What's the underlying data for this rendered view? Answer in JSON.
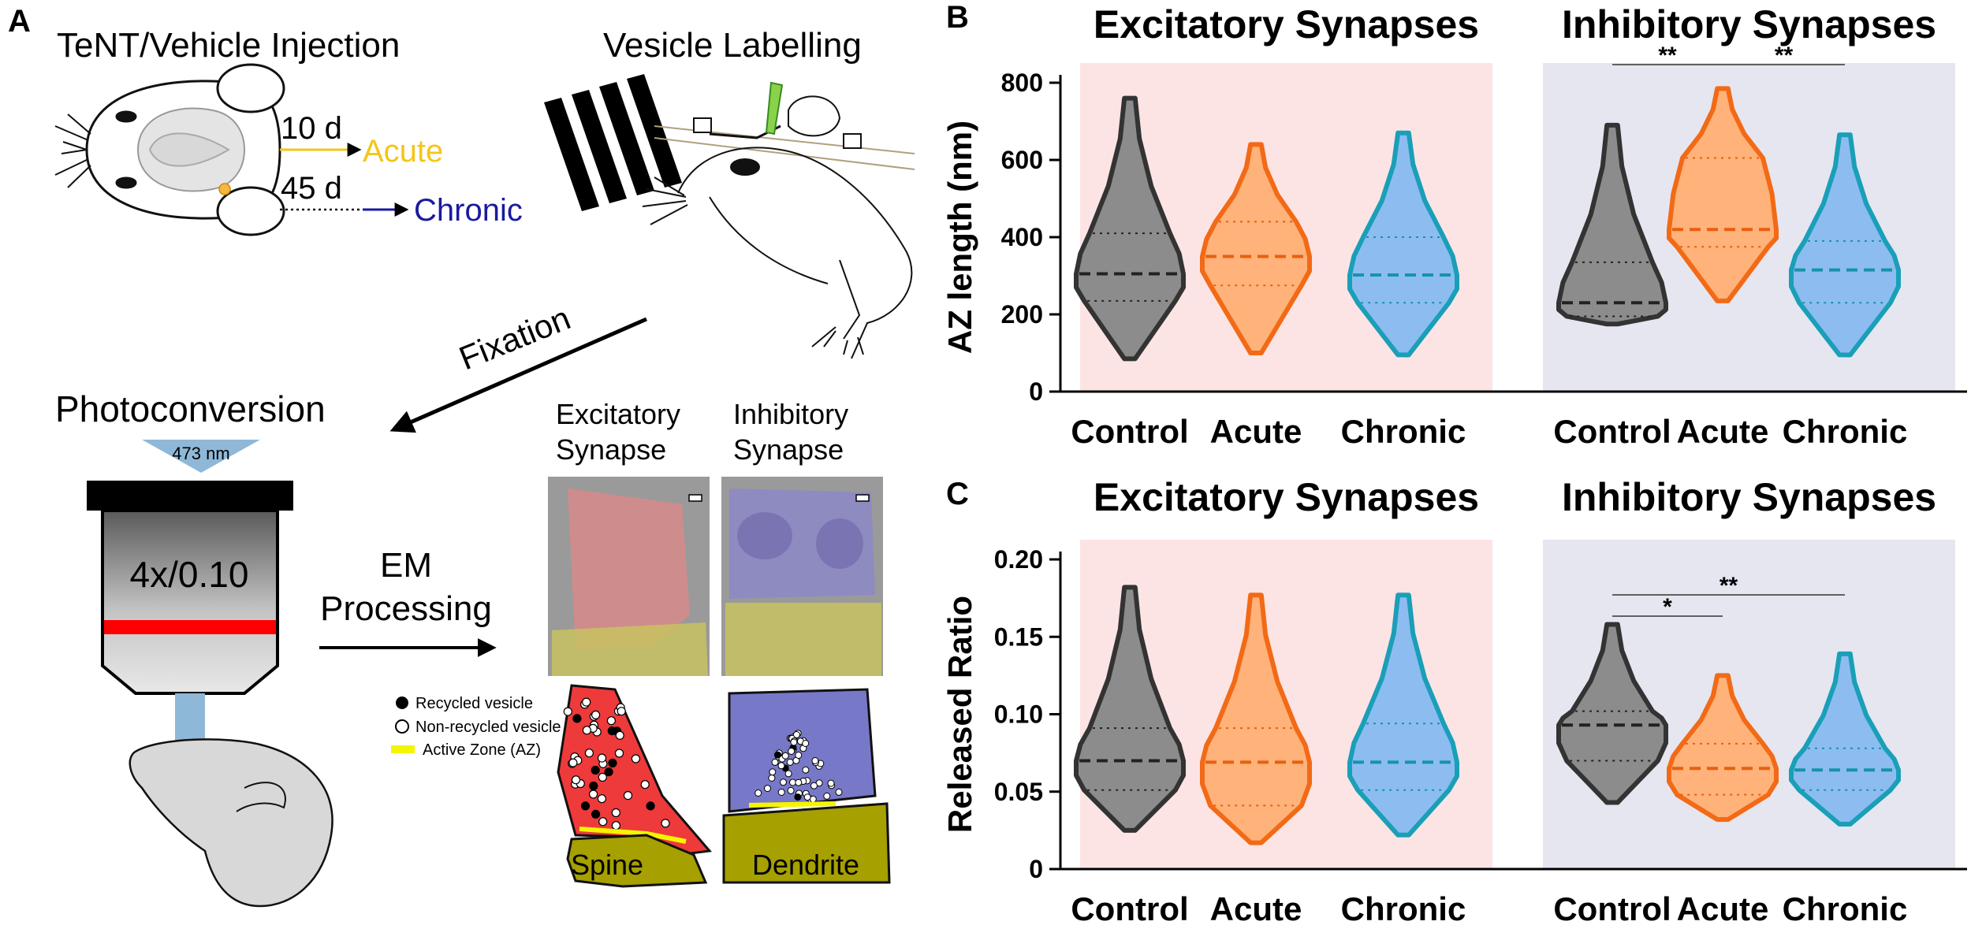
{
  "panel_a": {
    "panel_label": "A",
    "injection_title": "TeNT/Vehicle Injection",
    "labelling_title": "Vesicle Labelling",
    "acute_days": "10 d",
    "acute_label": "Acute",
    "chronic_days": "45 d",
    "chronic_label": "Chronic",
    "fixation_label": "Fixation",
    "photoconversion_title": "Photoconversion",
    "wavelength": "473 nm",
    "objective": "4x/0.10",
    "em_line1": "EM",
    "em_line2": "Processing",
    "exc_line1": "Excitatory",
    "exc_line2": "Synapse",
    "inh_line1": "Inhibitory",
    "inh_line2": "Synapse",
    "legend_recycled": "Recycled vesicle",
    "legend_nonrecycled": "Non-recycled vesicle",
    "legend_az": "Active Zone (AZ)",
    "spine_label": "Spine",
    "dendrite_label": "Dendrite",
    "colors": {
      "acute": "#f5c518",
      "chronic": "#1a1aa0",
      "laser": "#ff0000",
      "light": "#8fb8d8"
    }
  },
  "chart_data": [
    {
      "type": "violin",
      "panel_label": "B",
      "groups": [
        {
          "title": "Excitatory Synapses",
          "background": "#fde4e4"
        },
        {
          "title": "Inhibitory Synapses",
          "background": "#e6e6f0"
        }
      ],
      "categories": [
        "Control",
        "Acute",
        "Chronic"
      ],
      "ylabel": "AZ length (nm)",
      "ylim": [
        0,
        800
      ],
      "yticks": [
        0,
        200,
        400,
        600,
        800
      ],
      "series": [
        {
          "group": 0,
          "category": "Control",
          "min": 85,
          "max": 760,
          "q1": 235,
          "median": 305,
          "q3": 410
        },
        {
          "group": 0,
          "category": "Acute",
          "min": 100,
          "max": 640,
          "q1": 275,
          "median": 350,
          "q3": 440
        },
        {
          "group": 0,
          "category": "Chronic",
          "min": 95,
          "max": 670,
          "q1": 230,
          "median": 302,
          "q3": 400
        },
        {
          "group": 1,
          "category": "Control",
          "min": 175,
          "max": 690,
          "q1": 195,
          "median": 230,
          "q3": 335
        },
        {
          "group": 1,
          "category": "Acute",
          "min": 235,
          "max": 785,
          "q1": 375,
          "median": 420,
          "q3": 605
        },
        {
          "group": 1,
          "category": "Chronic",
          "min": 95,
          "max": 665,
          "q1": 230,
          "median": 315,
          "q3": 390
        }
      ],
      "significance": [
        {
          "group": 1,
          "from": "Control",
          "to": "Acute",
          "label": "**"
        },
        {
          "group": 1,
          "from": "Acute",
          "to": "Chronic",
          "label": "**"
        }
      ]
    },
    {
      "type": "violin",
      "panel_label": "C",
      "groups": [
        {
          "title": "Excitatory Synapses",
          "background": "#fde4e4"
        },
        {
          "title": "Inhibitory Synapses",
          "background": "#e6e6f0"
        }
      ],
      "categories": [
        "Control",
        "Acute",
        "Chronic"
      ],
      "ylabel": "Released Ratio",
      "ylim": [
        0,
        0.2
      ],
      "yticks": [
        "0",
        "0.05",
        "0.10",
        "0.15",
        "0.20"
      ],
      "series": [
        {
          "group": 0,
          "category": "Control",
          "min": 0.025,
          "max": 0.182,
          "q1": 0.051,
          "median": 0.07,
          "q3": 0.091
        },
        {
          "group": 0,
          "category": "Acute",
          "min": 0.017,
          "max": 0.177,
          "q1": 0.041,
          "median": 0.069,
          "q3": 0.091
        },
        {
          "group": 0,
          "category": "Chronic",
          "min": 0.022,
          "max": 0.177,
          "q1": 0.051,
          "median": 0.069,
          "q3": 0.094
        },
        {
          "group": 1,
          "category": "Control",
          "min": 0.043,
          "max": 0.158,
          "q1": 0.07,
          "median": 0.093,
          "q3": 0.102
        },
        {
          "group": 1,
          "category": "Acute",
          "min": 0.032,
          "max": 0.125,
          "q1": 0.048,
          "median": 0.065,
          "q3": 0.081
        },
        {
          "group": 1,
          "category": "Chronic",
          "min": 0.029,
          "max": 0.139,
          "q1": 0.051,
          "median": 0.064,
          "q3": 0.078
        }
      ],
      "significance": [
        {
          "group": 1,
          "from": "Control",
          "to": "Acute",
          "label": "*"
        },
        {
          "group": 1,
          "from": "Control",
          "to": "Chronic",
          "label": "**"
        }
      ]
    }
  ],
  "violin_colors": {
    "Control": {
      "fill": "#8c8c8c",
      "stroke": "#333333",
      "line": "#222222"
    },
    "Acute": {
      "fill": "#ffb27a",
      "stroke": "#f26a16",
      "line": "#e8600e"
    },
    "Chronic": {
      "fill": "#8dbdf0",
      "stroke": "#1a9fb8",
      "line": "#1593ab"
    }
  }
}
